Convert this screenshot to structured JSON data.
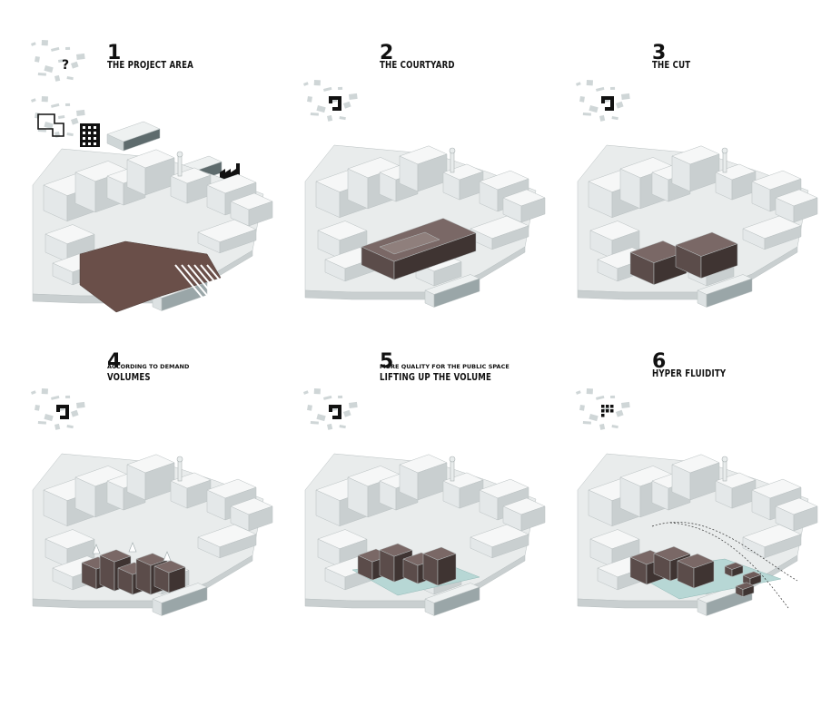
{
  "colors": {
    "volume": "#5b4c4a",
    "volume_side": "#3f3432",
    "site_fill": "#6a4f49",
    "city_base": "#e9ecec",
    "city_block": "#f6f7f7",
    "city_shadow": "#c9cfd0",
    "water": "#b7d7d5",
    "ink": "#111111"
  },
  "steps": [
    {
      "number": "1",
      "subtitle": "",
      "title": "THE PROJECT AREA",
      "marker": "?"
    },
    {
      "number": "2",
      "subtitle": "",
      "title": "THE COURTYARD"
    },
    {
      "number": "3",
      "subtitle": "",
      "title": "THE CUT"
    },
    {
      "number": "4",
      "subtitle": "ACCORDING TO DEMAND",
      "title": "VOLUMES"
    },
    {
      "number": "5",
      "subtitle": "MORE QUALITY FOR THE PUBLIC SPACE",
      "title": "LIFTING UP THE VOLUME"
    },
    {
      "number": "6",
      "subtitle": "",
      "title": "HYPER FLUIDITY"
    }
  ],
  "icons": {
    "step1_context": [
      "map-thumbnail-icon",
      "question-mark-icon",
      "site-outline-icon",
      "facade-grid-icon",
      "courtyard-block-icon",
      "slab-block-icon",
      "factory-icon"
    ]
  }
}
